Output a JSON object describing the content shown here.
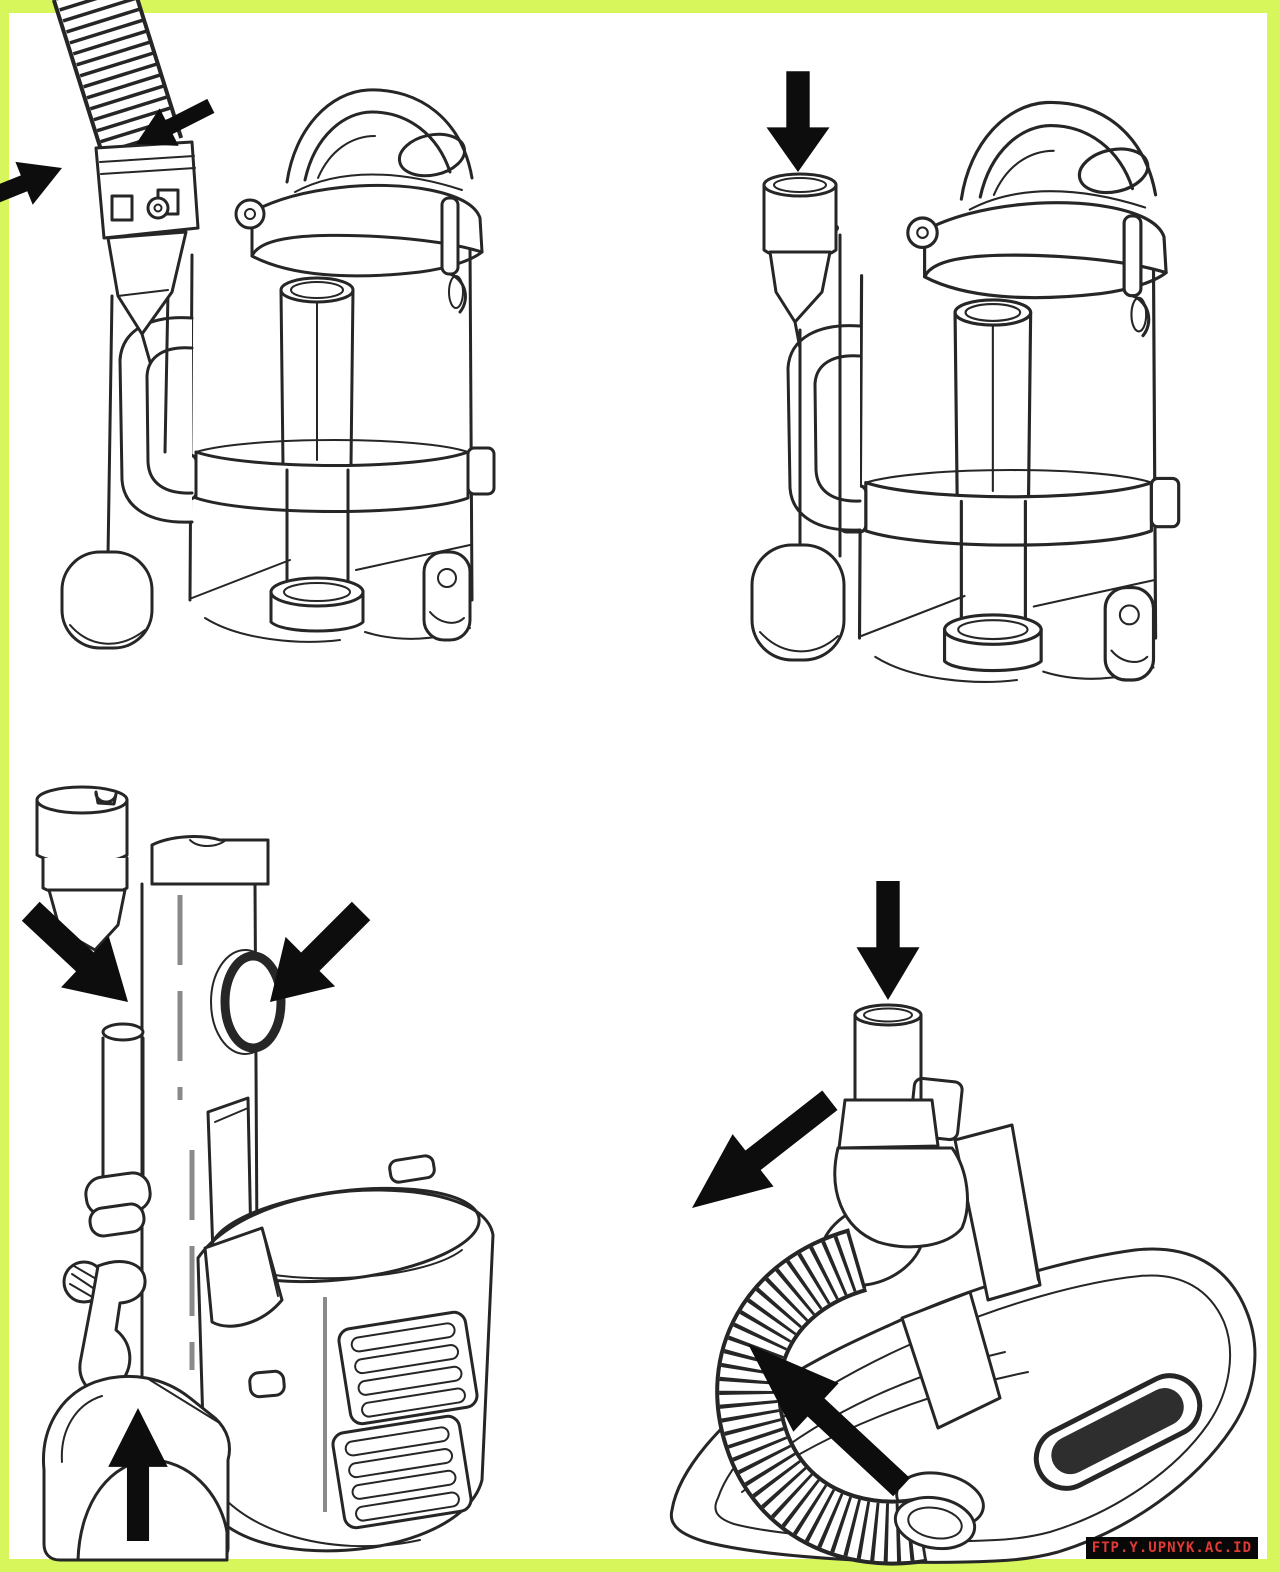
{
  "document": {
    "type": "instruction-diagram",
    "subject": "Upright vacuum cleaner hose and attachment assembly steps (4-panel line illustration)"
  },
  "colors": {
    "border": "#d6f65c",
    "page": "#ffffff",
    "line": "#262626",
    "arrow": "#0d0d0d",
    "badge_bg": "#080808",
    "badge_text": "#e03a36"
  },
  "watermark": {
    "text": "FTP.Y.UPNYK.AC.ID"
  },
  "panels": [
    {
      "index": 1,
      "position": "top-left",
      "name": "attach-hose-to-inlet",
      "description": "Vacuum upper body with dust cup; corrugated stretch hose fitted onto the inlet duct. Arrows point right into the hose cuff and down-left onto the hose.",
      "arrows": [
        "right-into-hose-cuff",
        "down-left-onto-hose"
      ]
    },
    {
      "index": 2,
      "position": "top-right",
      "name": "press-inlet-duct",
      "description": "Same vacuum body with bare inlet duct; a large arrow presses straight down onto the duct.",
      "arrows": [
        "down-onto-inlet-duct"
      ]
    },
    {
      "index": 3,
      "position": "bottom-left",
      "name": "dock-accessory-and-base",
      "description": "Rear wand holder and motor base with vents; arrows show the accessory tool and side port engagement and the base hook engaged from below.",
      "arrows": [
        "down-right-into-tool-holder",
        "down-left-into-side-port",
        "up-into-base-hook"
      ]
    },
    {
      "index": 4,
      "position": "bottom-right",
      "name": "fit-nozzle-hose",
      "description": "Floor nozzle with looped corrugated hose; arrows show the duct pressed down and the hose slid off and onto the nozzle neck.",
      "arrows": [
        "down-onto-duct",
        "down-left-away-from-elbow",
        "up-left-toward-nozzle-neck"
      ]
    }
  ]
}
